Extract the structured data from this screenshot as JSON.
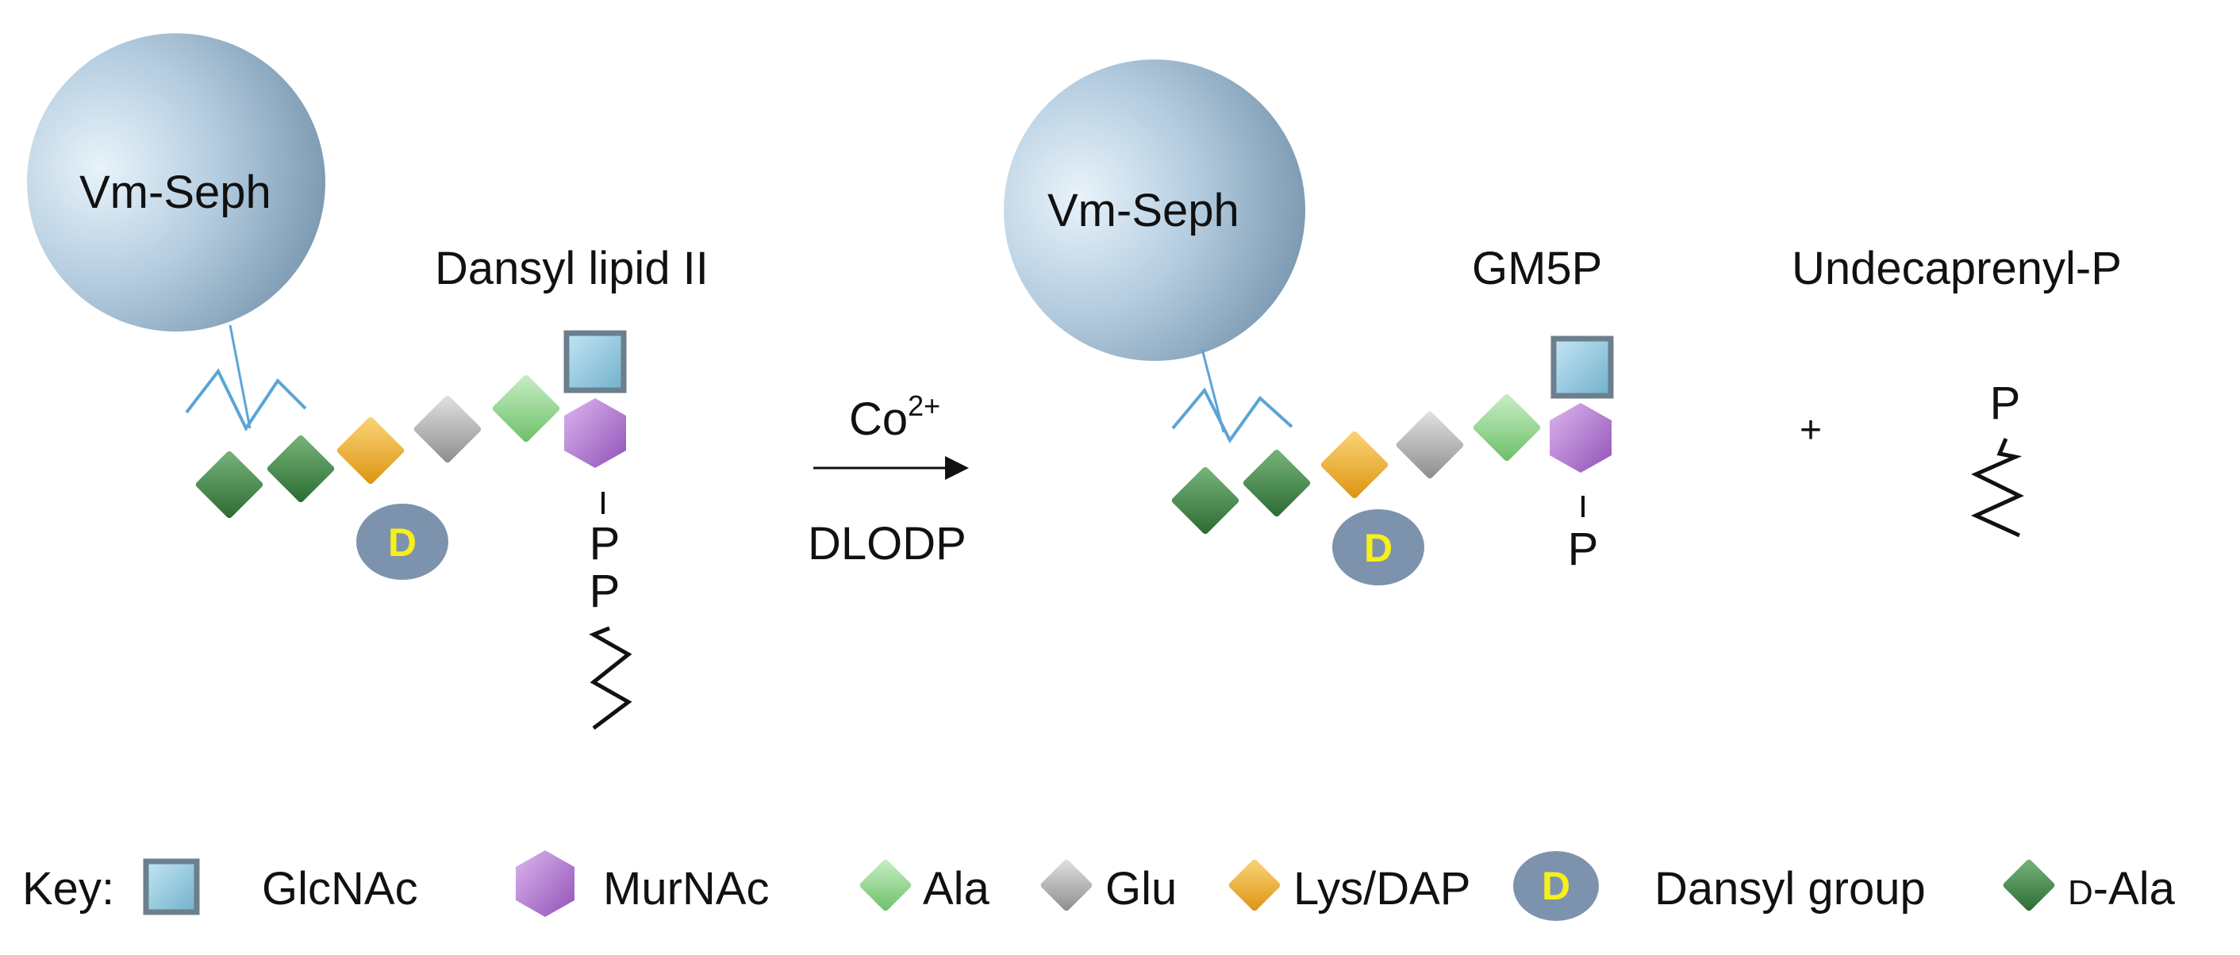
{
  "left": {
    "bead_label": "Vm-Seph",
    "molecule_label": "Dansyl lipid II",
    "dansyl_letter": "D",
    "phosphate_1": "P",
    "phosphate_2": "P"
  },
  "reaction": {
    "ion": "Co",
    "ion_charge": "2+",
    "enzyme": "DLODP"
  },
  "right": {
    "bead_label": "Vm-Seph",
    "product_label": "GM5P",
    "dansyl_letter": "D",
    "phosphate": "P",
    "plus": "+",
    "byproduct_label": "Undecaprenyl-P",
    "byproduct_phosphate": "P"
  },
  "key": {
    "title": "Key:",
    "items": [
      {
        "symbol": "glcnac-icon",
        "label": "GlcNAc"
      },
      {
        "symbol": "murnac-icon",
        "label": "MurNAc"
      },
      {
        "symbol": "ala-icon",
        "label": "Ala"
      },
      {
        "symbol": "glu-icon",
        "label": "Glu"
      },
      {
        "symbol": "lys-dap-icon",
        "label": "Lys/DAP"
      },
      {
        "symbol": "dansyl-icon",
        "label": "Dansyl group",
        "letter": "D"
      },
      {
        "symbol": "d-ala-icon",
        "label": "D-Ala",
        "label_prefix": "D",
        "label_suffix": "-Ala"
      }
    ]
  },
  "colors": {
    "glcnac": "#8fc4dc",
    "murnac": "#b47ad2",
    "ala": "#8ed18a",
    "glu": "#b4b4b4",
    "lys_dap": "#f1b22c",
    "d_ala": "#3f8a45",
    "dansyl": "#7d93ad",
    "dansyl_letter": "#f7ef1a",
    "linker": "#5aa5d6"
  }
}
